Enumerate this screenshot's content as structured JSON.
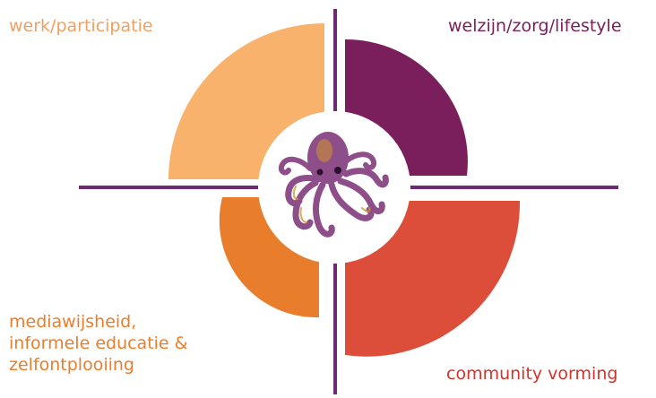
{
  "quadrants": {
    "top_left": {
      "label": "werk/participatie",
      "fill": "#F8B26C",
      "label_color": "#F0A062"
    },
    "top_right": {
      "label": "welzijn/zorg/lifestyle",
      "fill": "#7A1F5C",
      "label_color": "#7A1F5C"
    },
    "bottom_left": {
      "label_lines": [
        "mediawijsheid,",
        "informele educatie &",
        "zelfontplooiing"
      ],
      "fill": "#E87E2B",
      "label_color": "#E87E2B"
    },
    "bottom_right": {
      "label": "community vorming",
      "fill": "#DC4E3A",
      "label_color": "#D2342C"
    }
  },
  "colors": {
    "axis": "#6E2A73",
    "center_circle": "#ffffff",
    "octopus_body": "#8E4E8A",
    "octopus_highlight": "#D3962E"
  },
  "icons": {
    "center": "octopus-icon"
  }
}
